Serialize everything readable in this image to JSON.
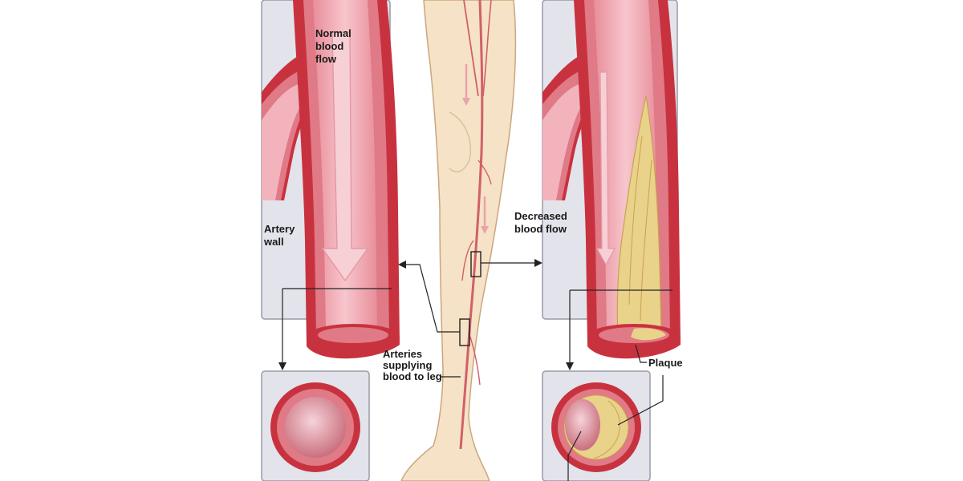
{
  "labels": {
    "normal_flow": [
      "Normal",
      "blood",
      "flow"
    ],
    "artery_wall": [
      "Artery",
      "wall"
    ],
    "decreased_flow": [
      "Decreased",
      "blood flow"
    ],
    "arteries_supplying": [
      "Arteries",
      "supplying",
      "blood to leg"
    ],
    "plaque": "Plaque"
  },
  "colors": {
    "panel_fill": "#e3e4eb",
    "panel_stroke": "#9a9aa6",
    "artery_outer": "#c8323f",
    "artery_wall": "#e07a86",
    "artery_lumen": "#f2b3bd",
    "plaque": "#e9d28a",
    "skin": "#f6e2c6",
    "skin_outline": "#c9a77f",
    "vessel": "#d0606a"
  }
}
